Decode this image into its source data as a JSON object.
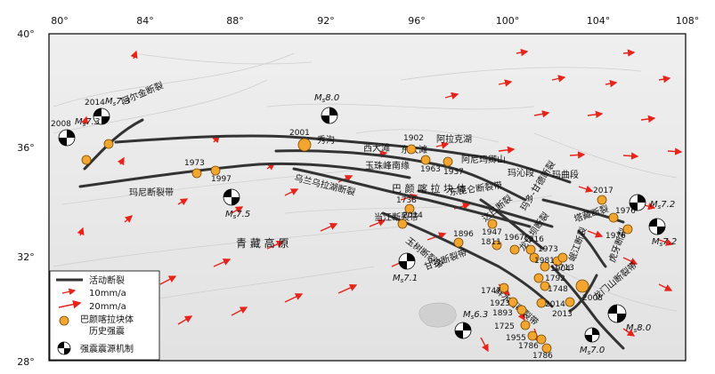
{
  "axes": {
    "x_ticks": [
      "80°",
      "84°",
      "88°",
      "92°",
      "96°",
      "100°",
      "104°",
      "108°"
    ],
    "y_ticks": [
      "40°",
      "36°",
      "32°",
      "28°"
    ]
  },
  "colors": {
    "fault": "#333333",
    "arrow": "#e8231a",
    "quake": "#f2a630",
    "quake_edge": "#7a4a00",
    "label": "#111111",
    "frame": "#000000"
  },
  "faults": {
    "altun": "阿尔金断裂",
    "manyi": "玛尼断裂带",
    "ulan": "乌兰乌拉湖断裂",
    "kunlun": "东昆仑断裂带",
    "xidatan": "西大滩",
    "dongdatan": "东大滩",
    "yuzhu": "玉珠峰南缘",
    "xiugou": "秀沟",
    "alake": "阿拉克湖",
    "anyemqen": "阿尼玛卿山",
    "maqin": "玛沁段",
    "maqu": "玛曲段",
    "tazang": "塔藏断裂",
    "bayan_block": "巴 颜 喀 拉 块 体",
    "dari": "达日断裂",
    "maduo": "玛多-甘德断裂",
    "dangjiang": "当江断裂带",
    "yushu": "玉树断裂带",
    "ganzi": "甘孜断裂带",
    "xianshuihe": "鲜水河断裂带",
    "longriba": "龙日坝断裂",
    "minjiang": "岷江断裂",
    "huya": "虎牙断裂",
    "longmenshan": "龙门山断裂带",
    "qingzang": "青 藏 高 原"
  },
  "events": {
    "e2001": "2001",
    "e2008a": "2008",
    "e2014a": "2014",
    "e1973a": "1973",
    "e1997": "1997",
    "e1902": "1902",
    "e1963": "1963",
    "e1937": "1937",
    "e2017": "2017",
    "e1976a": "1976",
    "e1976b": "1976",
    "e1738": "1738",
    "e2014b": "2014",
    "e1947": "1947",
    "e1811": "1811",
    "e1967": "1967",
    "e1816": "1816",
    "e1896": "1896",
    "e1973b": "1973",
    "e1981": "1981",
    "e1904": "1904",
    "e1713": "1713",
    "e1747": "1747",
    "e1923": "1923",
    "e1893": "1893",
    "e1792": "1792",
    "e1748": "1748",
    "e2008b": "2008",
    "e2014c": "2014",
    "e2013": "2013",
    "e1725": "1725",
    "e1955": "1955",
    "e1786a": "1786",
    "e1786b": "1786"
  },
  "magnitudes": {
    "m81": "8.0",
    "m73a": "7.3",
    "m73b": "7.3",
    "m75": "7.5",
    "m71": "7.1",
    "m63": "6.3",
    "m80b": "8.0",
    "m70": "7.0",
    "m72a": "7.2",
    "m72b": "7.2"
  },
  "legend": {
    "fault": "活动断裂",
    "v10": "10mm/a",
    "v20": "20mm/a",
    "quake_l1": "巴颜喀拉块体",
    "quake_l2": "历史强震",
    "focal": "强震震源机制"
  }
}
